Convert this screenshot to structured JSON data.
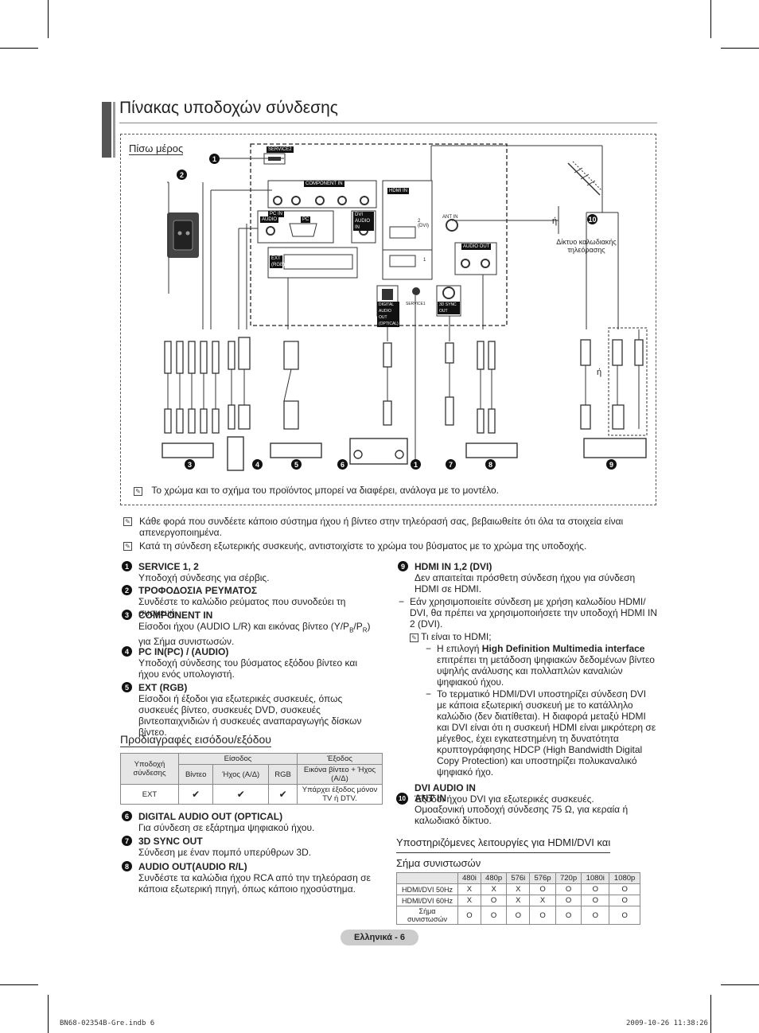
{
  "page": {
    "title": "Πίνακας υποδοχών σύνδεσης",
    "rear_label": "Πίσω μέρος",
    "diagram_note": "Το χρώμα και το σχήμα του προϊόντος μπορεί να διαφέρει, ανάλογα με το μοντέλο.",
    "antenna_or": "ή",
    "antenna_caption_1": "Δίκτυο καλωδιακής",
    "antenna_caption_2": "τηλεόρασης",
    "hdmi_or": "ή"
  },
  "panel_labels": {
    "service2": "SERVICE2",
    "component_in": "COMPONENT IN",
    "pc_in": "PC IN",
    "audio": "AUDIO",
    "pc": "PC",
    "dvi_audio_in": "DVI AUDIO IN",
    "hdmi_in": "HDMI IN",
    "dvi_2": "2 (DVI)",
    "hdmi_1": "1",
    "ant_in": "ANT IN",
    "audio_out": "AUDIO OUT",
    "ext_rgb": "EXT (RGB)",
    "digital_audio_out": "DIGITAL AUDIO OUT (OPTICAL)",
    "service1": "SERVICE1",
    "sync_3d": "3D SYNC OUT"
  },
  "markers": [
    "1",
    "2",
    "3",
    "4",
    "5",
    "6",
    "1",
    "7",
    "8",
    "9",
    "10"
  ],
  "notes": [
    "Κάθε φορά που συνδέετε κάποιο σύστημα ήχου ή βίντεο στην τηλεόρασή σας, βεβαιωθείτε ότι όλα τα στοιχεία είναι απενεργοποιημένα.",
    "Κατά τη σύνδεση εξωτερικής συσκευής, αντιστοιχίστε το χρώμα του βύσματος με το χρώμα της υποδοχής."
  ],
  "items_left": [
    {
      "num": "1",
      "head": "SERVICE 1, 2",
      "body": "Υποδοχή σύνδεσης για σέρβις."
    },
    {
      "num": "2",
      "head": "ΤΡΟΦΟΔΟΣΙΑ ΡΕΥΜΑΤΟΣ",
      "body": "Συνδέστε το καλώδιο ρεύματος που συνοδεύει τη συσκευή."
    },
    {
      "num": "3",
      "head": "COMPONENT IN",
      "body_pre": "Είσοδοι ήχου (AUDIO L/R) και εικόνας βίντεο (Y/P",
      "sub_b": "B",
      "mid": "/P",
      "sub_r": "R",
      "body_post": ") για Σήμα συνιστωσών."
    },
    {
      "num": "4",
      "head": "PC IN(PC) / (AUDIO)",
      "body": "Υποδοχή σύνδεσης του βύσματος εξόδου βίντεο και ήχου ενός υπολογιστή."
    },
    {
      "num": "5",
      "head": "EXT (RGB)",
      "body": "Είσοδοι ή έξοδοι για εξωτερικές συσκευές, όπως συσκευές βίντεο, συσκευές DVD, συσκευές βιντεοπαιχνιδιών ή συσκευές αναπαραγωγής δίσκων βίντεο."
    }
  ],
  "spec": {
    "title": "Προδιαγραφές εισόδου/εξόδου",
    "h_slot": "Υποδοχή σύνδεσης",
    "h_input": "Είσοδος",
    "h_output": "Έξοδος",
    "h_video": "Βίντεο",
    "h_audio": "Ήχος (Α/Δ)",
    "h_rgb": "RGB",
    "h_out_detail": "Εικόνα βίντεο + Ήχος (Α/Δ)",
    "row_name": "EXT",
    "check": "✔",
    "row_out": "Υπάρχει έξοδος μόνον TV ή DTV."
  },
  "items_left2": [
    {
      "num": "6",
      "head": "DIGITAL AUDIO OUT (OPTICAL)",
      "body": "Για σύνδεση σε εξάρτημα ψηφιακού ήχου."
    },
    {
      "num": "7",
      "head": "3D SYNC OUT",
      "body": "Σύνδεση με έναν πομπό υπερύθρων 3D."
    },
    {
      "num": "8",
      "head": "AUDIO OUT(AUDIO R/L)",
      "body": "Συνδέστε τα καλώδια ήχου RCA από την τηλεόραση σε κάποια εξωτερική πηγή, όπως κάποιο ηχοσύστημα."
    }
  ],
  "hdmi": {
    "num": "9",
    "head": "HDMI IN 1,2 (DVI)",
    "body": "Δεν απαιτείται πρόσθετη σύνδεση ήχου για σύνδεση HDMI σε HDMI.",
    "dash1": "Εάν χρησιμοποιείτε σύνδεση με χρήση καλωδίου HDMI/ DVI, θα πρέπει να χρησιμοποιήσετε την υποδοχή  HDMI IN 2 (DVI).",
    "note": "Τι είναι το HDMI;",
    "dash2_pre": "Η επιλογή ",
    "dash2_bold": "High Definition Multimedia interface",
    "dash2_post": " επιτρέπει τη μετάδοση ψηφιακών δεδομένων βίντεο υψηλής ανάλυσης και πολλαπλών καναλιών ψηφιακού ήχου.",
    "dash3": "Το τερματικό HDMI/DVI υποστηρίζει σύνδεση DVI με κάποια εξωτερική συσκευή με το κατάλληλο καλώδιο (δεν διατίθεται). Η διαφορά μεταξύ HDMI και DVI είναι ότι η συσκευή HDMI είναι μικρότερη σε μέγεθος, έχει εγκατεστημένη τη δυνατότητα κρυπτογράφησης HDCP (High Bandwidth Digital Copy Protection) και υποστηρίζει πολυκαναλικό ψηφιακό ήχο.",
    "dvi_head": "DVI AUDIO IN",
    "dvi_body": "Έξοδοι ήχου DVI για εξωτερικές συσκευές."
  },
  "ant": {
    "num": "10",
    "head": "ANT IN",
    "body": "Ομοαξονική υποδοχή σύνδεσης 75 Ω, για κεραία ή καλωδιακό δίκτυο."
  },
  "support": {
    "title_1": "Υποστηριζόμενες λειτουργίες για HDMI/DVI και",
    "title_2": "Σήμα συνιστωσών",
    "cols": [
      "480i",
      "480p",
      "576i",
      "576p",
      "720p",
      "1080i",
      "1080p"
    ],
    "rows": [
      {
        "name": "HDMI/DVI 50Hz",
        "vals": [
          "X",
          "X",
          "X",
          "O",
          "O",
          "O",
          "O"
        ]
      },
      {
        "name": "HDMI/DVI 60Hz",
        "vals": [
          "X",
          "O",
          "X",
          "X",
          "O",
          "O",
          "O"
        ]
      },
      {
        "name": "Σήμα συνιστωσών",
        "vals": [
          "O",
          "O",
          "O",
          "O",
          "O",
          "O",
          "O"
        ]
      }
    ]
  },
  "footer": {
    "page": "Ελληνικά - 6",
    "file": "BN68-02354B-Gre.indb   6",
    "date": "2009-10-26   11:38:26"
  }
}
